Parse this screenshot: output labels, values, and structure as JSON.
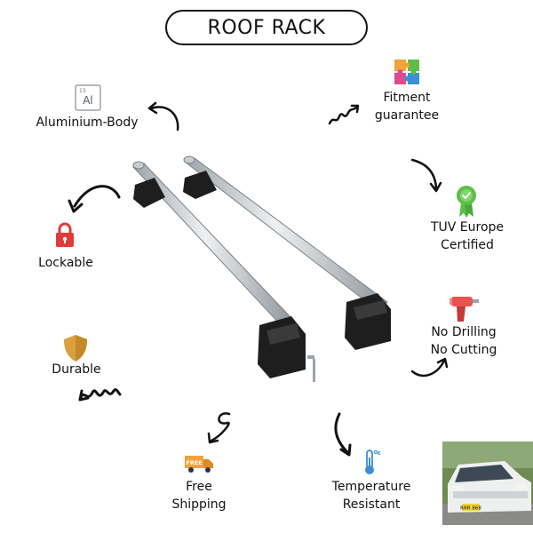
{
  "title": "ROOF RACK",
  "icons": {
    "aluminium_symbol": "Al",
    "aluminium_number": "13",
    "free_badge": "FREE"
  },
  "features": {
    "aluminium": "Aluminium-Body",
    "fitment": [
      "Fitment",
      "guarantee"
    ],
    "lockable": "Lockable",
    "tuv": [
      "TUV Europe",
      "Certified"
    ],
    "no_drilling": [
      "No Drilling",
      "No Cutting"
    ],
    "durable": "Durable",
    "shipping": [
      "Free",
      "Shipping"
    ],
    "temperature": [
      "Temperature",
      "Resistant"
    ]
  },
  "car_plate": "RRR 868",
  "colors": {
    "lock_red": "#e03a3a",
    "shield_gold": "#d9a13b",
    "drill_red": "#e8524f",
    "badge_green": "#5cbf4a",
    "truck_orange": "#f2a23a",
    "thermo_blue": "#3a8fd6",
    "bar_silver": "#c9cdd1",
    "foot_black": "#1e1e1e"
  }
}
